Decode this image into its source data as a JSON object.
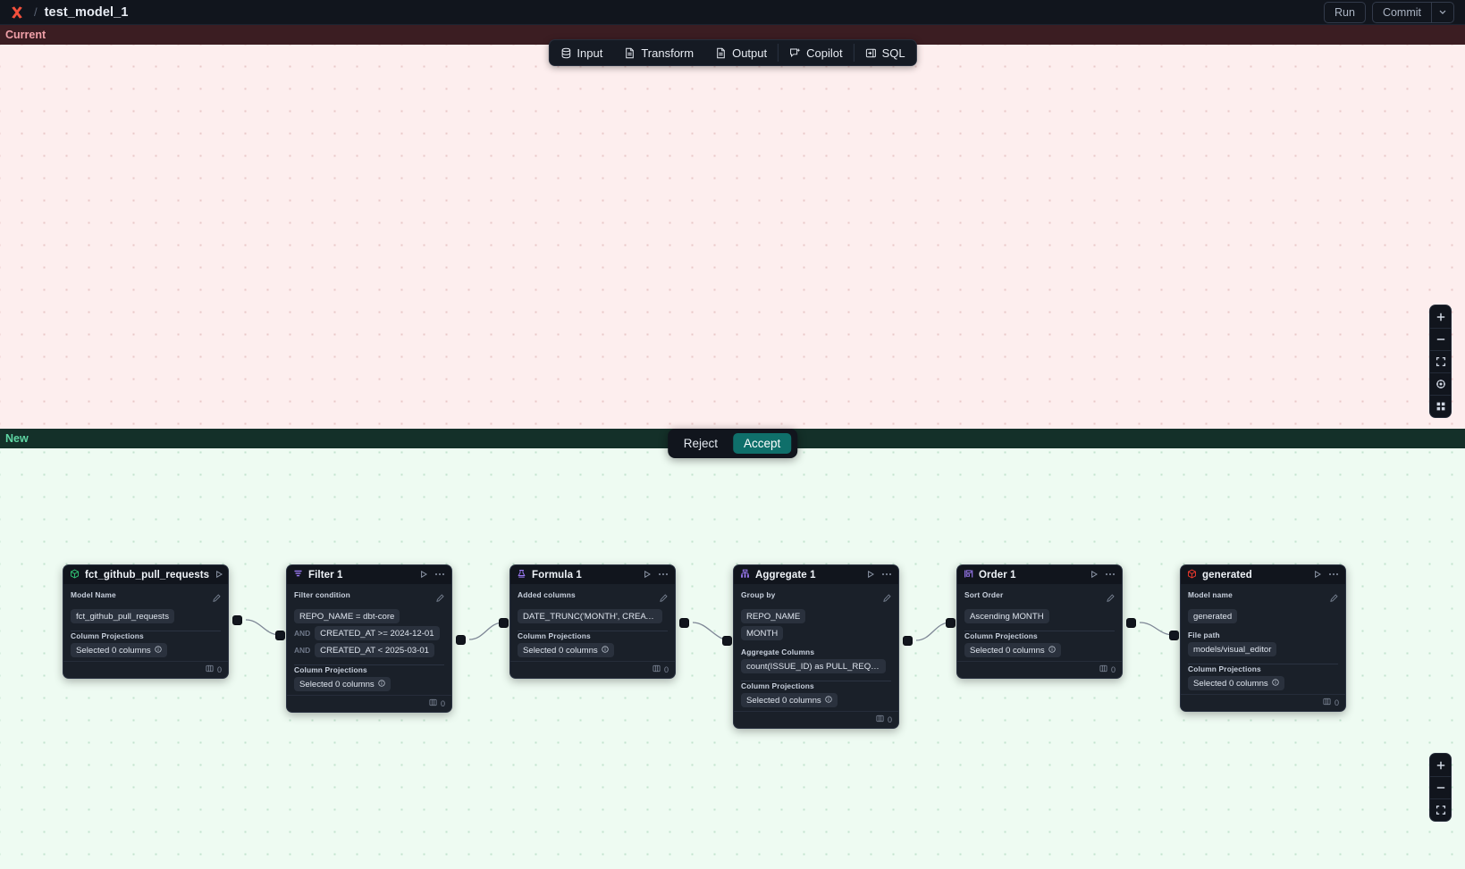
{
  "app": {
    "logo_icon": "x-logo-icon",
    "breadcrumb_separator": "/",
    "model_title": "test_model_1",
    "run_label": "Run",
    "commit_label": "Commit",
    "commit_caret_icon": "chevron-down-icon"
  },
  "toolbar": {
    "items": [
      {
        "label": "Input",
        "icon": "database-icon"
      },
      {
        "label": "Transform",
        "icon": "file-text-icon"
      },
      {
        "label": "Output",
        "icon": "file-text-icon"
      },
      {
        "label": "Copilot",
        "icon": "copilot-sparkle-icon"
      },
      {
        "label": "SQL",
        "icon": "sql-panel-icon"
      }
    ]
  },
  "panes": {
    "current": {
      "label": "Current"
    },
    "new": {
      "label": "New"
    }
  },
  "decision": {
    "reject_label": "Reject",
    "accept_label": "Accept"
  },
  "zoom_controls_top": [
    {
      "icon": "plus-icon",
      "name": "zoom-in-button"
    },
    {
      "icon": "minus-icon",
      "name": "zoom-out-button"
    },
    {
      "icon": "fit-view-icon",
      "name": "fit-view-button"
    },
    {
      "icon": "lock-target-icon",
      "name": "interactivity-lock-button"
    },
    {
      "icon": "grid-icon",
      "name": "mini-map-button"
    }
  ],
  "zoom_controls_bottom": [
    {
      "icon": "plus-icon",
      "name": "zoom-in-button"
    },
    {
      "icon": "minus-icon",
      "name": "zoom-out-button"
    },
    {
      "icon": "fit-view-icon",
      "name": "fit-view-button"
    }
  ],
  "common": {
    "column_projections_label": "Column Projections",
    "selected_columns_chip": "Selected 0 columns",
    "info_icon": "info-icon",
    "pencil_icon": "pencil-icon",
    "play_icon": "play-icon",
    "more_icon": "ellipsis-icon",
    "rows_icon": "columns-icon",
    "row_count": "0"
  },
  "nodes": [
    {
      "id": "source",
      "icon": "cube-green-icon",
      "title": "fct_github_pull_requests",
      "sections": [
        {
          "label": "Model Name",
          "chips": [
            "fct_github_pull_requests"
          ],
          "editable": true
        }
      ],
      "count": "0"
    },
    {
      "id": "filter1",
      "icon": "filter-icon",
      "title": "Filter 1",
      "sections": [
        {
          "label": "Filter condition",
          "editable": true,
          "conditions": [
            {
              "prefix": "",
              "text": "REPO_NAME = dbt-core"
            },
            {
              "prefix": "AND",
              "text": "CREATED_AT >= 2024-12-01"
            },
            {
              "prefix": "AND",
              "text": "CREATED_AT < 2025-03-01"
            }
          ]
        }
      ],
      "count": "0"
    },
    {
      "id": "formula1",
      "icon": "formula-icon",
      "title": "Formula 1",
      "sections": [
        {
          "label": "Added columns",
          "chips": [
            "DATE_TRUNC('MONTH', CREATED_AT..."
          ],
          "editable": true
        }
      ],
      "count": "0"
    },
    {
      "id": "aggregate1",
      "icon": "aggregate-icon",
      "title": "Aggregate 1",
      "sections": [
        {
          "label": "Group by",
          "chips": [
            "REPO_NAME",
            "MONTH"
          ],
          "editable": true
        },
        {
          "label": "Aggregate Columns",
          "chips": [
            "count(ISSUE_ID) as PULL_REQUEST_..."
          ],
          "editable": false
        }
      ],
      "count": "0"
    },
    {
      "id": "order1",
      "icon": "sort-icon",
      "title": "Order 1",
      "sections": [
        {
          "label": "Sort Order",
          "chips": [
            "Ascending MONTH"
          ],
          "editable": true
        }
      ],
      "count": "0"
    },
    {
      "id": "generated",
      "icon": "cube-red-icon",
      "title": "generated",
      "sections": [
        {
          "label": "Model name",
          "chips": [
            "generated"
          ],
          "editable": true
        },
        {
          "label": "File path",
          "chips": [
            "models/visual_editor"
          ],
          "editable": false
        }
      ],
      "count": "0"
    }
  ],
  "colors": {
    "accept": "#0f6f6a",
    "current_pane_bg": "#fdeeee",
    "new_pane_bg": "#eefbf2",
    "current_label_bg": "#3b1d22",
    "new_label_bg": "#143029",
    "logo_red": "#f2503c"
  }
}
